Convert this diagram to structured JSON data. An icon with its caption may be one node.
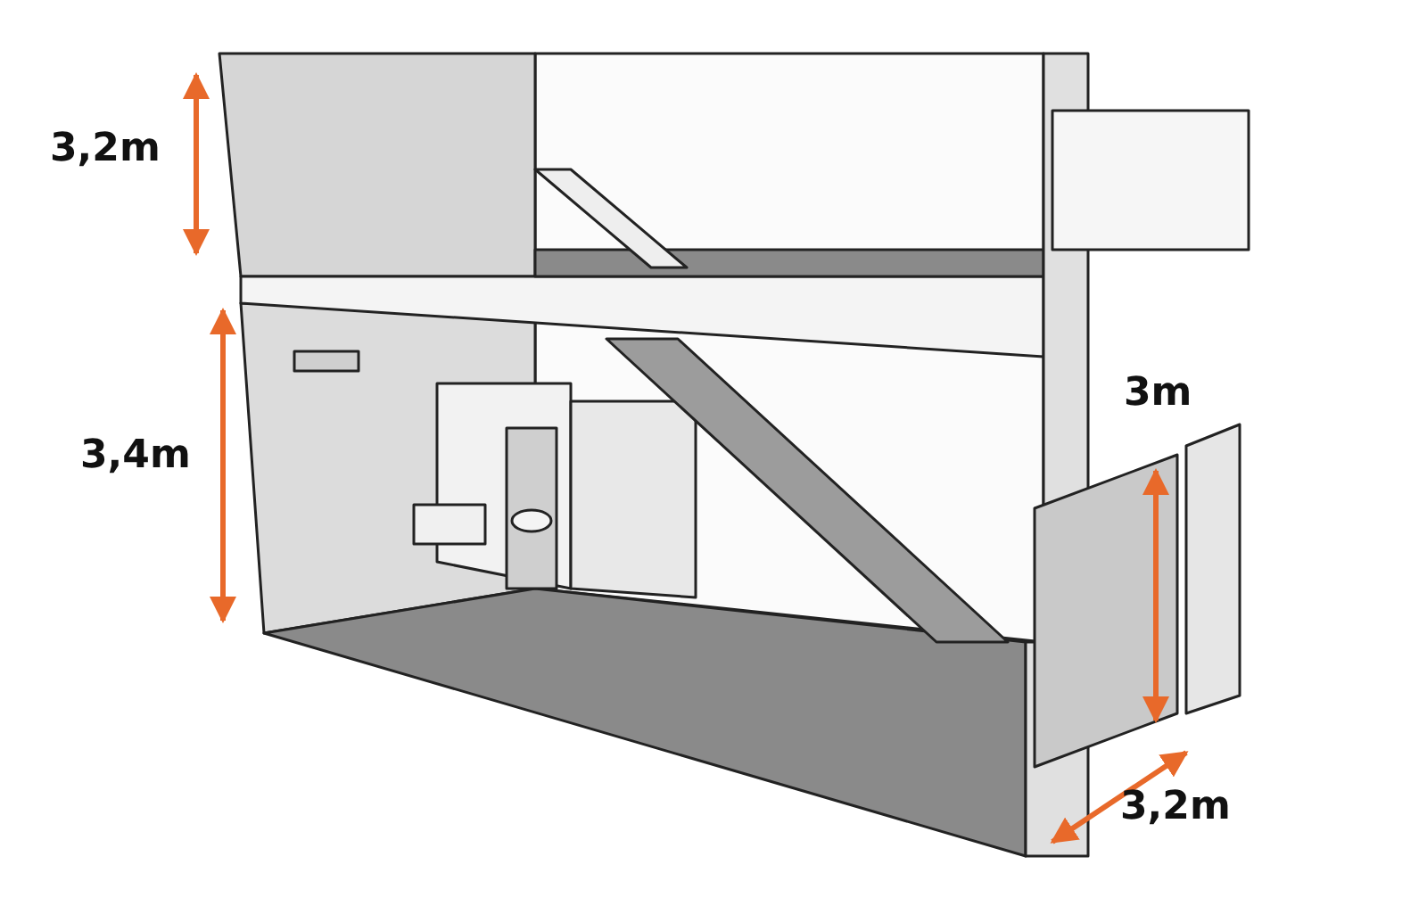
{
  "diagram": {
    "labels": [
      "3,2m",
      "3,4m",
      "3m",
      "3,2m"
    ]
  }
}
